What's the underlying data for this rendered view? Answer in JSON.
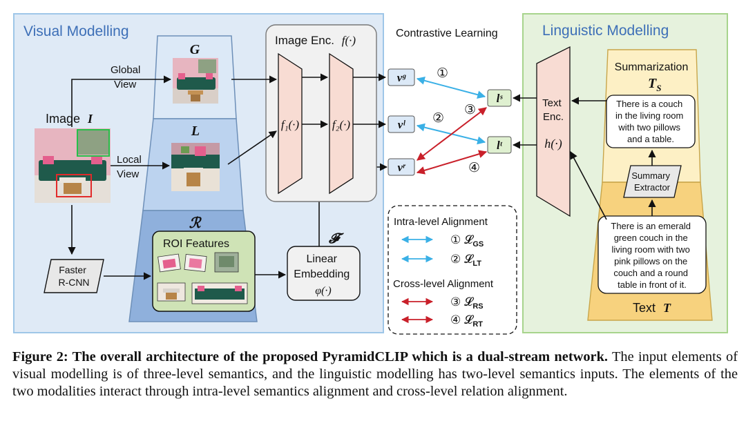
{
  "visual": {
    "title": "Visual Modelling",
    "image_label": "Image",
    "image_symbol": "I",
    "global_view": [
      "Global",
      "View"
    ],
    "local_view": [
      "Local",
      "View"
    ],
    "level_G": "G",
    "level_L": "L",
    "level_R": "ℛ",
    "roi_features": "ROI Features",
    "faster_rcnn": [
      "Faster",
      "R-CNN"
    ],
    "linear_embedding": [
      "Linear",
      "Embedding",
      "φ(·)"
    ],
    "F_symbol": "𝓕",
    "image_encoder": "Image Enc.",
    "image_encoder_fn": "f(·)",
    "f1": "f₁(·)",
    "f2": "f₂(·)"
  },
  "contrastive": {
    "title": "Contrastive Learning",
    "vg": "vᵍ",
    "vl": "vˡ",
    "vr": "vʳ",
    "ls": "lˢ",
    "lt": "lᵗ",
    "n1": "①",
    "n2": "②",
    "n3": "③",
    "n4": "④"
  },
  "legend": {
    "intra_title": "Intra-level  Alignment",
    "cross_title": "Cross-level  Alignment",
    "gs": "① 𝓛",
    "gs_sub": "GS",
    "lt": "② 𝓛",
    "lt_sub": "LT",
    "rs": "③ 𝓛",
    "rs_sub": "RS",
    "rt": "④ 𝓛",
    "rt_sub": "RT"
  },
  "linguistic": {
    "title": "Linguistic Modelling",
    "text_encoder": [
      "Text",
      "Enc."
    ],
    "text_encoder_fn": "h(·)",
    "summarization": "Summarization",
    "ts_symbol": "T",
    "ts_sub": "S",
    "summary_text": [
      "There is a couch",
      "in the living room",
      "with two pillows",
      "and a table."
    ],
    "summary_extractor": [
      "Summary",
      "Extractor"
    ],
    "full_text": [
      "There is an emerald",
      "green couch in the",
      "living room with two",
      "pink pillows on the",
      "couch and a round",
      "table in front of it."
    ],
    "text_label": "Text",
    "text_symbol": "T"
  },
  "caption": {
    "bold": "Figure 2: The overall architecture of the proposed PyramidCLIP which is a dual-stream network.",
    "rest": " The input elements of visual modelling is of three-level semantics, and the linguistic modelling has two-level semantics inputs. The elements of the two modalities interact through intra-level semantics alignment and cross-level relation alignment."
  },
  "colors": {
    "visual_panel": "#dfeaf6",
    "linguistic_panel": "#e6f2dd",
    "blue_arrow": "#3ab0e6",
    "red_arrow": "#c9202a",
    "encoder_fill": "#f8dcd3"
  }
}
